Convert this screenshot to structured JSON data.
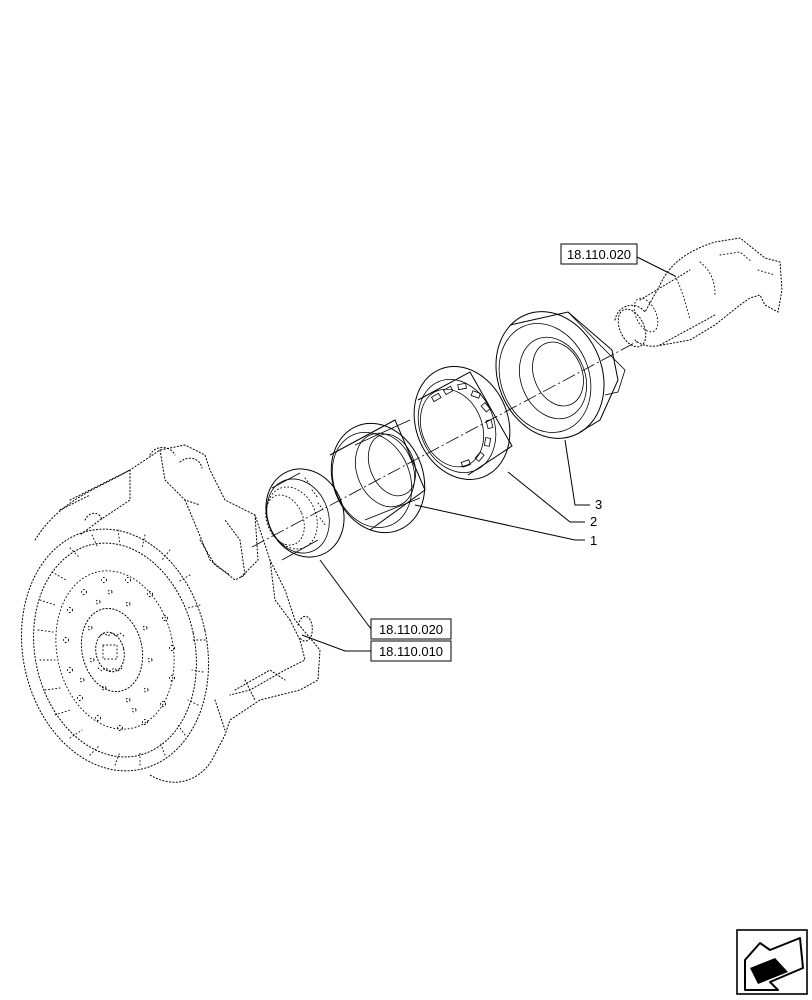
{
  "references": {
    "top": "18.110.020",
    "bottom_1": "18.110.020",
    "bottom_2": "18.110.010"
  },
  "callouts": {
    "item_3": "3",
    "item_2": "2",
    "item_1": "1"
  },
  "nav_icon": "previous-page-arrow-icon"
}
